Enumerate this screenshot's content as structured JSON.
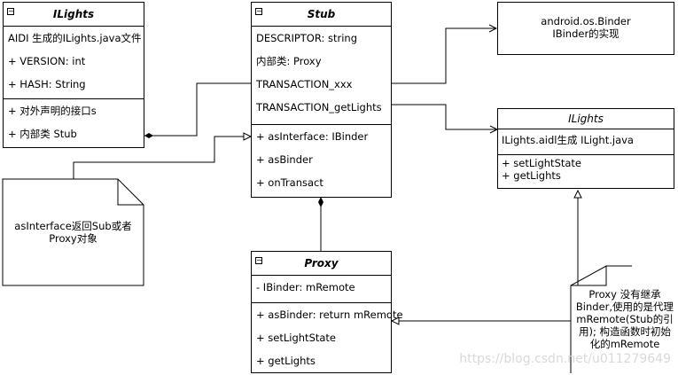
{
  "ilights_iface": {
    "title": "ILights",
    "attributes": [
      "AIDI 生成的ILights.java文件",
      "+ VERSION: int",
      "+ HASH: String"
    ],
    "operations": [
      "+ 对外声明的接口s",
      "+ 内部类 Stub"
    ]
  },
  "stub": {
    "title": "Stub",
    "attributes": [
      "DESCRIPTOR: string",
      "内部类: Proxy",
      "TRANSACTION_xxx",
      "TRANSACTION_getLights"
    ],
    "operations": [
      "+ asInterface: IBinder",
      "+ asBinder",
      "+ onTransact"
    ]
  },
  "binder_note": {
    "line1": "android.os.Binder",
    "line2": "IBinder的实现"
  },
  "ilights_right": {
    "title": "ILights",
    "attributes": [
      "ILights.aidl生成 ILight.java"
    ],
    "operations": [
      "+ setLightState",
      "+ getLights"
    ]
  },
  "proxy": {
    "title": "Proxy",
    "attributes": [
      "- IBinder: mRemote"
    ],
    "operations": [
      "+ asBinder: return mRemote",
      "+ setLightState",
      "+ getLights"
    ]
  },
  "note_asinterface": {
    "line1": "asInterface返回Sub或者",
    "line2": "Proxy对象"
  },
  "note_proxy": {
    "lines": [
      "Proxy 没有继承",
      "Binder,使用的是代理",
      "mRemote(Stub的引",
      "用); 构造函数时初始",
      "化的mRemote"
    ]
  },
  "watermark": "https://blog.csdn.net/u011279649"
}
